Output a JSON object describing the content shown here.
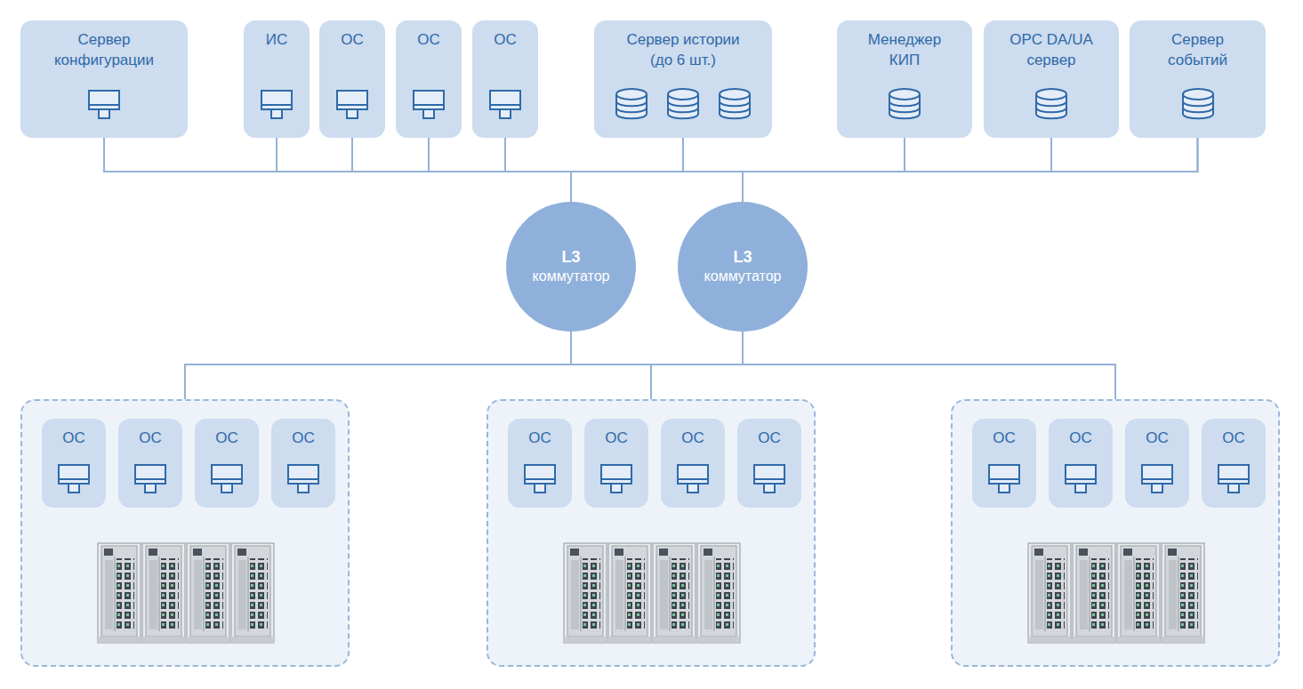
{
  "diagram": {
    "nodes": [
      {
        "text": [
          "Сервер конфигурации"
        ]
      },
      {
        "text": [
          "ИС"
        ]
      },
      {
        "text": [
          "ОС"
        ]
      },
      {
        "text": [
          "ОС"
        ]
      },
      {
        "text": [
          "ОС"
        ]
      },
      {
        "text": [
          "Сервер истории (до 6 шт.)"
        ]
      },
      {
        "text": [
          "Менеджер КИП"
        ]
      },
      {
        "text": [
          "OPC DA/UA сервер"
        ]
      },
      {
        "text": [
          "Сервер событий"
        ]
      },
      {
        "text": [
          "L3",
          "коммутатор"
        ]
      },
      {
        "text": [
          "L3",
          "коммутатор"
        ]
      },
      {
        "text": []
      },
      {
        "text": [
          "ОС"
        ],
        "in": 11
      },
      {
        "text": [
          "ОС"
        ],
        "in": 11
      },
      {
        "text": [
          "ОС"
        ],
        "in": 11
      },
      {
        "text": [
          "ОС"
        ],
        "in": 11
      },
      {
        "text": []
      },
      {
        "text": [
          "ОС"
        ],
        "in": 16
      },
      {
        "text": [
          "ОС"
        ],
        "in": 16
      },
      {
        "text": [
          "ОС"
        ],
        "in": 16
      },
      {
        "text": [
          "ОС"
        ],
        "in": 16
      },
      {
        "text": []
      },
      {
        "text": [
          "ОС"
        ],
        "in": 21
      },
      {
        "text": [
          "ОС"
        ],
        "in": 21
      },
      {
        "text": [
          "ОС"
        ],
        "in": 21
      },
      {
        "text": [
          "ОС"
        ],
        "in": 21
      }
    ],
    "edges": [
      {
        "from": 0,
        "to": 9,
        "arrow": "none"
      },
      {
        "from": 0,
        "to": 10,
        "arrow": "none"
      },
      {
        "from": 1,
        "to": 9,
        "arrow": "none"
      },
      {
        "from": 1,
        "to": 10,
        "arrow": "none"
      },
      {
        "from": 2,
        "to": 9,
        "arrow": "none"
      },
      {
        "from": 2,
        "to": 10,
        "arrow": "none"
      },
      {
        "from": 3,
        "to": 9,
        "arrow": "none"
      },
      {
        "from": 3,
        "to": 10,
        "arrow": "none"
      },
      {
        "from": 4,
        "to": 9,
        "arrow": "none"
      },
      {
        "from": 4,
        "to": 10,
        "arrow": "none"
      },
      {
        "from": 5,
        "to": 9,
        "arrow": "none"
      },
      {
        "from": 5,
        "to": 10,
        "arrow": "none"
      },
      {
        "from": 6,
        "to": 9,
        "arrow": "none"
      },
      {
        "from": 6,
        "to": 10,
        "arrow": "none"
      },
      {
        "from": 7,
        "to": 9,
        "arrow": "none"
      },
      {
        "from": 7,
        "to": 10,
        "arrow": "none"
      },
      {
        "from": 8,
        "to": 9,
        "arrow": "none"
      },
      {
        "from": 8,
        "to": 10,
        "arrow": "none"
      },
      {
        "from": 9,
        "to": 11,
        "arrow": "none"
      },
      {
        "from": 9,
        "to": 16,
        "arrow": "none"
      },
      {
        "from": 9,
        "to": 21,
        "arrow": "none"
      },
      {
        "from": 10,
        "to": 11,
        "arrow": "none"
      },
      {
        "from": 10,
        "to": 16,
        "arrow": "none"
      },
      {
        "from": 10,
        "to": 21,
        "arrow": "none"
      }
    ]
  }
}
